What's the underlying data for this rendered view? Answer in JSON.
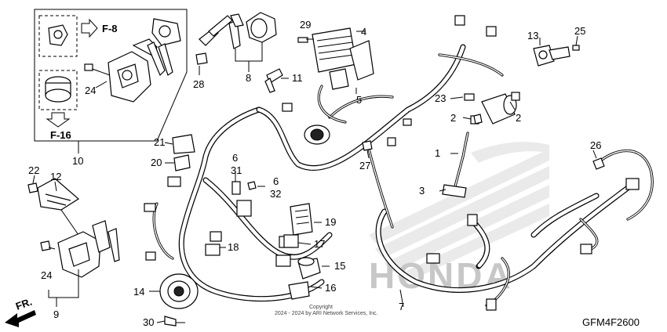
{
  "callouts": {
    "ref_f8": "F-8",
    "ref_f16": "F-16",
    "n1": "1",
    "n2a": "2",
    "n2b": "2",
    "n3": "3",
    "n4": "4",
    "n5": "5",
    "n6a": "6",
    "n6b": "6",
    "n7": "7",
    "n8": "8",
    "n9": "9",
    "n10": "10",
    "n11": "11",
    "n12": "12",
    "n13": "13",
    "n14": "14",
    "n15": "15",
    "n16": "16",
    "n17": "17",
    "n19": "19",
    "n18": "18",
    "n20": "20",
    "n21": "21",
    "n22": "22",
    "n23": "23",
    "n24a": "24",
    "n24b": "24",
    "n25": "25",
    "n26": "26",
    "n27": "27",
    "n28": "28",
    "n29": "29",
    "n30": "30",
    "n31": "31",
    "n32": "32"
  },
  "direction_label": "FR.",
  "watermark_brand": "HONDA",
  "copyright": "Copyright",
  "copyright_line": "2024 - 2024 by ARI Network Services, Inc.",
  "diagram_code": "GFM4F2600"
}
